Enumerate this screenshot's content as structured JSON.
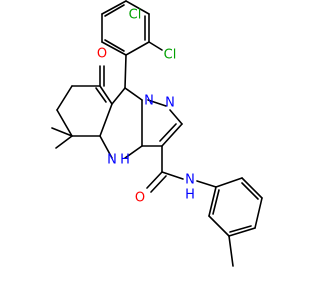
{
  "molecule": {
    "atoms": {
      "cl_top": "Cl",
      "cl_side": "Cl",
      "o_ketone": "O",
      "n_pyrazole_1": "N",
      "n_pyrazole_2": "N",
      "nh_ring": "N",
      "h_ring": "H",
      "o_amide": "O",
      "nh_amide": "N",
      "h_amide": "H"
    },
    "colors": {
      "bond": "#000000",
      "chlorine": "#00a000",
      "oxygen": "#ff0000",
      "nitrogen": "#0000ff"
    }
  }
}
